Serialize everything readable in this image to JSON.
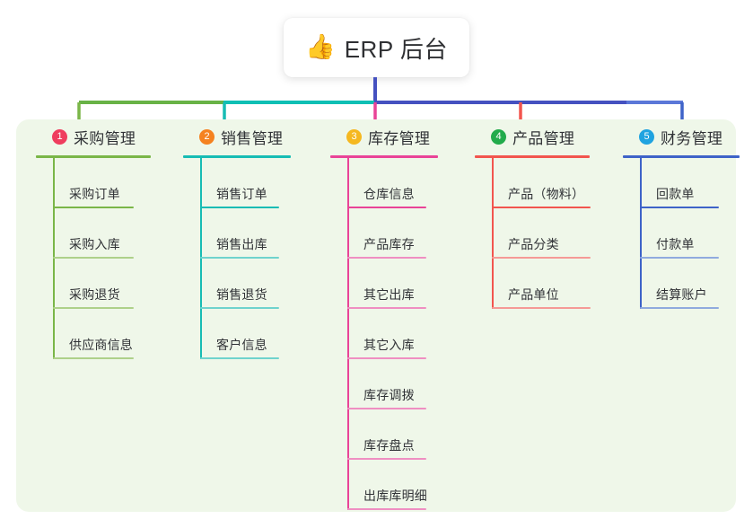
{
  "root": {
    "icon": "thumbs-up-emoji",
    "emoji": "👍",
    "title": "ERP 后台"
  },
  "palette": {
    "panel_bg": "#eff7e9",
    "text": "#303236",
    "bus_left": "#68b246",
    "bus_mid": "#0fbfb4",
    "bus_right": "#4551c0",
    "bus_far_right": "#5b77d8"
  },
  "columns": [
    {
      "number": "1",
      "title": "采购管理",
      "badge_color": "#ef3d5e",
      "line_color": "#7ab648",
      "leaf_line_color": "#aed18a",
      "items": [
        "采购订单",
        "采购入库",
        "采购退货",
        "供应商信息"
      ]
    },
    {
      "number": "2",
      "title": "销售管理",
      "badge_color": "#f58220",
      "line_color": "#17bcb4",
      "leaf_line_color": "#6fd3cd",
      "items": [
        "销售订单",
        "销售出库",
        "销售退货",
        "客户信息"
      ]
    },
    {
      "number": "3",
      "title": "库存管理",
      "badge_color": "#f5b820",
      "line_color": "#e94397",
      "leaf_line_color": "#ef8fc2",
      "items": [
        "仓库信息",
        "产品库存",
        "其它出库",
        "其它入库",
        "库存调拨",
        "库存盘点",
        "出库库明细"
      ]
    },
    {
      "number": "4",
      "title": "产品管理",
      "badge_color": "#22ab4b",
      "line_color": "#f2554e",
      "leaf_line_color": "#f59a96",
      "items": [
        "产品（物料）",
        "产品分类",
        "产品单位"
      ]
    },
    {
      "number": "5",
      "title": "财务管理",
      "badge_color": "#20a3e0",
      "line_color": "#3e63c8",
      "leaf_line_color": "#90aade",
      "items": [
        "回款单",
        "付款单",
        "结算账户"
      ]
    }
  ]
}
